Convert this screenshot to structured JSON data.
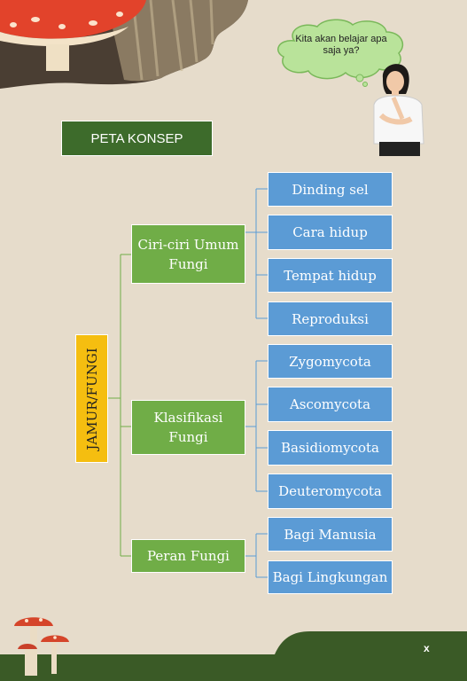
{
  "header": {
    "speech_bubble": "Kita akan belajar apa saja ya?"
  },
  "title": "PETA KONSEP",
  "root": "JAMUR/FUNGI",
  "branches": [
    {
      "label": "Ciri-ciri Umum Fungi",
      "children": [
        "Dinding sel",
        "Cara hidup",
        "Tempat hidup",
        "Reproduksi"
      ]
    },
    {
      "label": "Klasifikasi Fungi",
      "children": [
        "Zygomycota",
        "Ascomycota",
        "Basidiomycota",
        "Deuteromycota"
      ]
    },
    {
      "label": "Peran Fungi",
      "children": [
        "Bagi Manusia",
        "Bagi Lingkungan"
      ]
    }
  ],
  "footer": {
    "page_label": "x"
  },
  "colors": {
    "background": "#e6dccb",
    "title_fill": "#3d6b2b",
    "root_fill": "#f5be10",
    "branch_fill": "#70ad47",
    "leaf_fill": "#5b9bd5",
    "connector": "#70ad47",
    "ground": "#3a5a26"
  }
}
